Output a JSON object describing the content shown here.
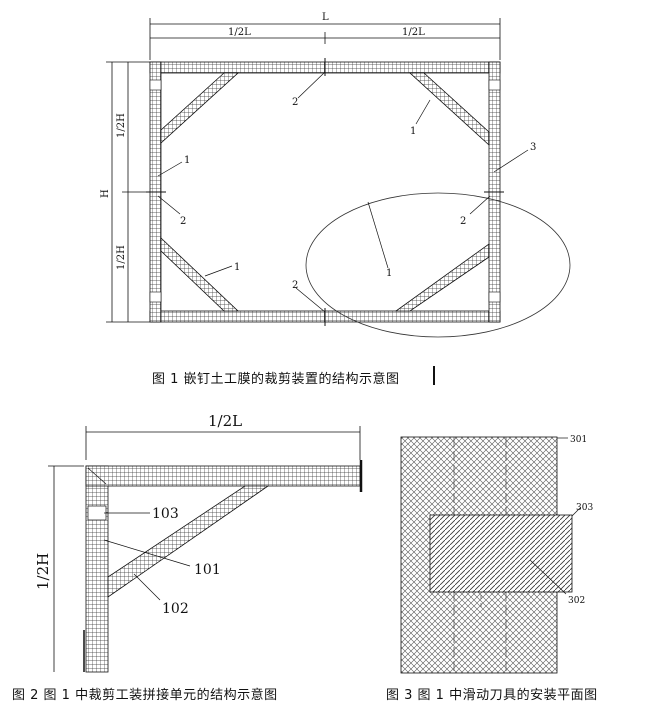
{
  "figure1": {
    "caption": "图 1 嵌钉土工膜的裁剪装置的结构示意图",
    "dim_L": "L",
    "dim_half_L_left": "1/2L",
    "dim_half_L_right": "1/2L",
    "dim_H": "H",
    "dim_half_H_top": "1/2H",
    "dim_half_H_bottom": "1/2H",
    "labels": {
      "top_2": "2",
      "top_right_1": "1",
      "right_3": "3",
      "left_1": "1",
      "left_2": "2",
      "right_2": "2",
      "bottom_left_1": "1",
      "bottom_2": "2",
      "ellipse_1": "1"
    }
  },
  "figure2": {
    "caption": "图 2 图 1 中裁剪工装拼接单元的结构示意图",
    "dim_half_L": "1/2L",
    "dim_half_H": "1/2H",
    "labels": {
      "l103": "103",
      "l101": "101",
      "l102": "102"
    }
  },
  "figure3": {
    "caption": "图 3 图 1 中滑动刀具的安装平面图",
    "labels": {
      "l301": "301",
      "l303": "303",
      "l302": "302"
    }
  },
  "colors": {
    "line": "#111111",
    "hatch": "#555555",
    "paper": "#ffffff"
  }
}
